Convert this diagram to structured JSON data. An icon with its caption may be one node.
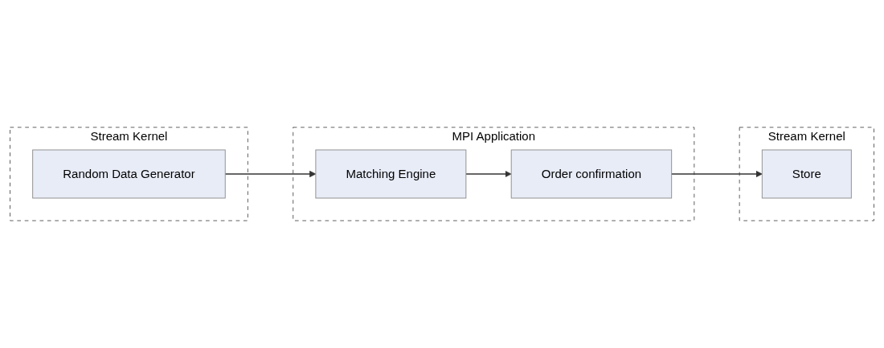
{
  "diagram": {
    "nodes": [
      {
        "text": [
          "Stream Kernel"
        ]
      },
      {
        "text": [
          "Random Data Generator"
        ],
        "in": 0
      },
      {
        "text": [
          "MPI Application"
        ]
      },
      {
        "text": [
          "Matching Engine"
        ],
        "in": 2
      },
      {
        "text": [
          "Order confirmation"
        ],
        "in": 2
      },
      {
        "text": [
          "Stream Kernel"
        ]
      },
      {
        "text": [
          "Store"
        ],
        "in": 5
      }
    ],
    "edges": [
      {
        "from": 1,
        "to": 3,
        "arrow": "to"
      },
      {
        "from": 3,
        "to": 4,
        "arrow": "to"
      },
      {
        "from": 4,
        "to": 6,
        "arrow": "to"
      }
    ]
  }
}
